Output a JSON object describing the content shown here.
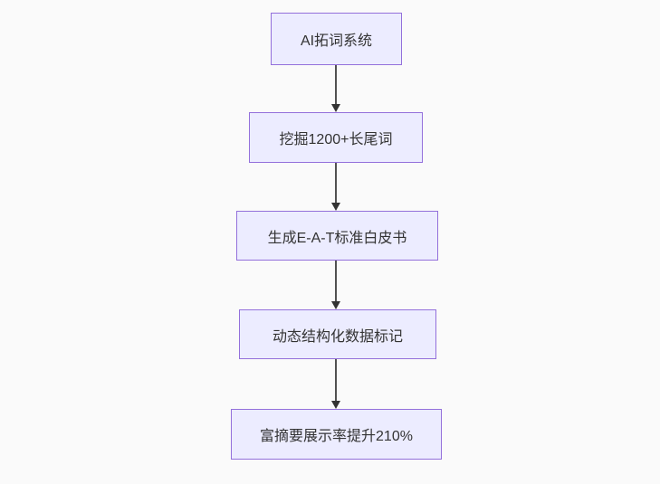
{
  "diagram": {
    "type": "flowchart",
    "direction": "top-down",
    "nodes": [
      {
        "label": "AI拓词系统"
      },
      {
        "label": "挖掘1200+长尾词"
      },
      {
        "label": "生成E-A-T标准白皮书"
      },
      {
        "label": "动态结构化数据标记"
      },
      {
        "label": "富摘要展示率提升210%"
      }
    ],
    "edges": [
      {
        "from": 0,
        "to": 1
      },
      {
        "from": 1,
        "to": 2
      },
      {
        "from": 2,
        "to": 3
      },
      {
        "from": 3,
        "to": 4
      }
    ]
  },
  "colors": {
    "background": "#fafafa",
    "node_fill": "#ECECFF",
    "node_border": "#9370DB",
    "node_text": "#333333",
    "edge": "#333333"
  }
}
